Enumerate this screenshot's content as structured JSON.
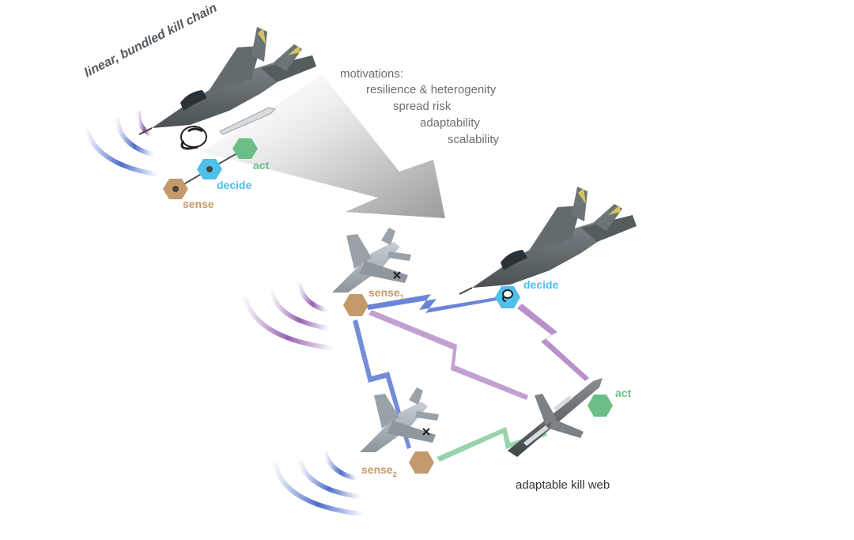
{
  "kill_chain": {
    "title": "linear, bundled kill chain",
    "nodes": {
      "sense": "sense",
      "decide": "decide",
      "act": "act"
    }
  },
  "motivations": {
    "heading": "motivations:",
    "items": [
      "resilience & heterogenity",
      "spread risk",
      "adaptability",
      "scalability"
    ]
  },
  "kill_web": {
    "caption": "adaptable kill web",
    "nodes": {
      "sense1": "sense",
      "sense1_sub": "1",
      "sense2": "sense",
      "sense2_sub": "2",
      "decide": "decide",
      "act": "act"
    }
  },
  "colors": {
    "sense": "#c49a6c",
    "decide": "#4fc0ea",
    "act": "#6bbf86",
    "link_purple": "#9a62b4",
    "link_blue": "#3a5cc8",
    "link_green": "#6bbf86",
    "wave_blue": "#3b5cc4",
    "wave_purple": "#8a4fa8",
    "jet_body": "#5c6366",
    "drone_body": "#a7aeb5"
  }
}
